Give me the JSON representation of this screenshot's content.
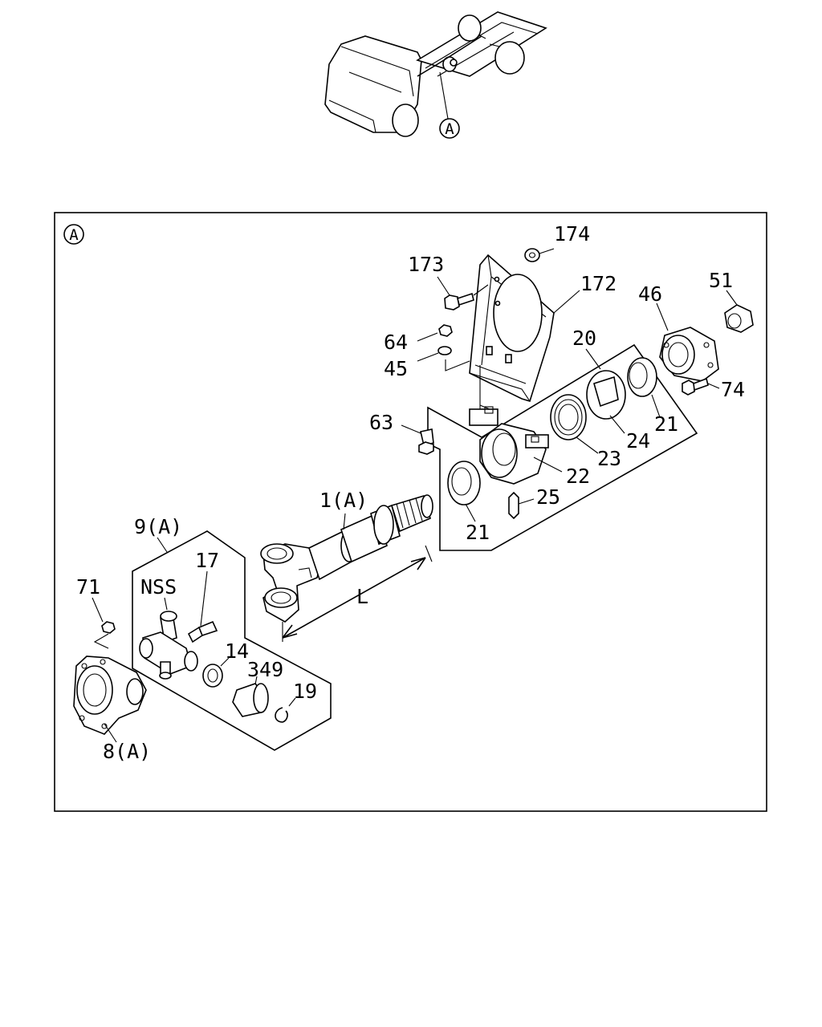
{
  "diagram": {
    "section_marker": "A",
    "overview_marker": "A",
    "dimension_label": "L",
    "callouts": {
      "p174": "174",
      "p173": "173",
      "p172": "172",
      "p64": "64",
      "p45": "45",
      "p20": "20",
      "p46": "46",
      "p51": "51",
      "p74": "74",
      "p63": "63",
      "p21a": "21",
      "p24": "24",
      "p23": "23",
      "p22": "22",
      "p25": "25",
      "p21b": "21",
      "p1a": "1(A)",
      "p9a": "9(A)",
      "p17": "17",
      "p71": "71",
      "pnss": "NSS",
      "p14": "14",
      "p349": "349",
      "p19": "19",
      "p8a": "8(A)"
    }
  }
}
